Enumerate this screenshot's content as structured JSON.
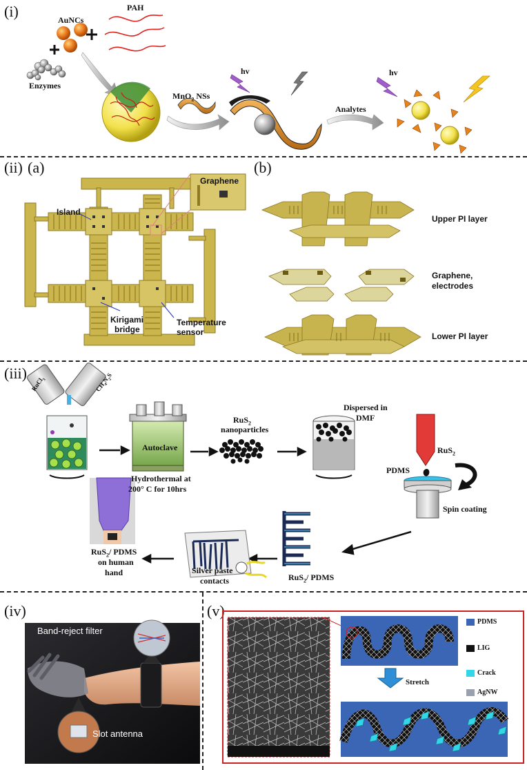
{
  "panels": {
    "i": {
      "label": "(i)",
      "auncs": "AuNCs",
      "pah": "PAH",
      "enzymes": "Enzymes",
      "mno2": "MnO",
      "mno2_sub": "2",
      "mno2_tail": " NSs",
      "hv1": "hv",
      "hv2": "hv",
      "analytes": "Analytes"
    },
    "ii": {
      "label": "(ii)",
      "a": "(a)",
      "b": "(b)",
      "graphene": "Graphene",
      "island": "Island",
      "kirigami": "Kirigami",
      "bridge": "bridge",
      "temperature": "Temperature",
      "sensor": "sensor",
      "upper": "Upper PI layer",
      "graphene_el1": "Graphene,",
      "graphene_el2": "electrodes",
      "lower": "Lower PI layer"
    },
    "iii": {
      "label": "(iii)",
      "rucl": "RuCl",
      "rucl_sub": "3",
      "ch4n2s": "CH",
      "ch4n2s_a": "4",
      "ch4n2s_b": "N",
      "ch4n2s_c": "2",
      "ch4n2s_d": "S",
      "autoclave": "Autoclave",
      "hydro1": "Hydrothermal at",
      "hydro2": "200° C for 10hrs",
      "rus2_np1": "RuS",
      "rus2_np_sub": "2",
      "rus2_np2": "nanoparticles",
      "dispersed1": "Dispersed in",
      "dispersed2": "DMF",
      "rus2": "RuS",
      "rus2_sub": "2",
      "pdms": "PDMS",
      "spin": "Spin coating",
      "rus2pdms": "RuS",
      "rus2pdms_sub": "2",
      "rus2pdms_tail": "/ PDMS",
      "silver1": "Silver paste",
      "silver2": "contacts",
      "hand1": "RuS",
      "hand1_sub": "2",
      "hand1_tail": "/ PDMS",
      "hand2": "on human",
      "hand3": "hand"
    },
    "iv": {
      "label": "(iv)",
      "band": "Band-reject filter",
      "slot": "Slot antenna"
    },
    "v": {
      "label": "(v)",
      "legend": [
        "PDMS",
        "LIG",
        "Crack",
        "AgNW"
      ],
      "stretch": "Stretch"
    }
  },
  "colors": {
    "gold": "#c9b24a",
    "gold_light": "#e6d78a",
    "orange": "#e2781e",
    "pdms_blue": "#3a66b5",
    "crack": "#33d6e6",
    "agnw": "#9aa0ad",
    "lig": "#111111",
    "frame_red": "#cc2222"
  }
}
